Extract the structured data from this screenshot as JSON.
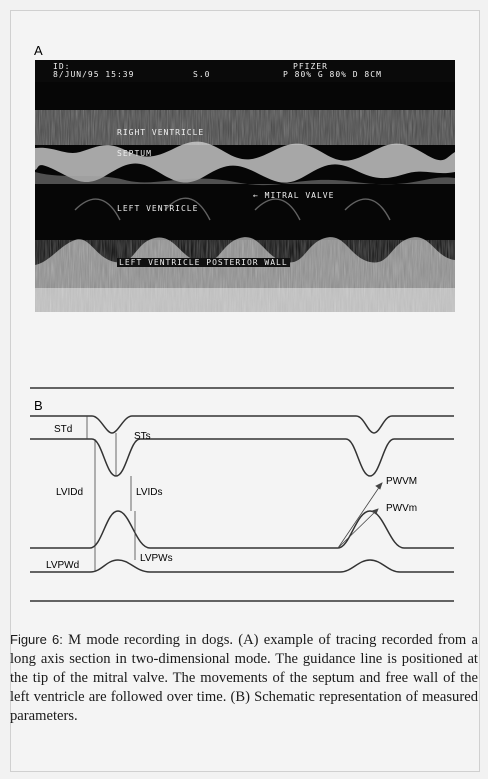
{
  "panel_a": {
    "letter": "A",
    "header": {
      "id_label": "ID:",
      "date_time": "8/JUN/95 15:39",
      "s_value": "S.0",
      "sponsor": "PFIZER",
      "settings": "P  80%  G  80%  D   8CM"
    },
    "labels": {
      "right_ventricle": "RIGHT VENTRICLE",
      "septum": "SEPTUM",
      "mitral_valve": "← MITRAL VALVE",
      "left_ventricle": "LEFT VENTRICLE",
      "posterior_wall": "LEFT VENTRICLE POSTERIOR WALL"
    }
  },
  "panel_b": {
    "letter": "B",
    "labels": {
      "std": "STd",
      "sts": "STs",
      "lvidd": "LVIDd",
      "lvids": "LVIDs",
      "lvpwd": "LVPWd",
      "lvpws": "LVPWs",
      "pwvm_upper": "PWVM",
      "pwvm_lower": "PWVm"
    }
  },
  "caption": {
    "label": "Figure 6:",
    "text": "M mode recording in dogs. (A) example of tracing recorded from a long axis section in two-dimensional mode. The guidance line is positioned at the tip of the mitral valve. The movements of the septum and free wall of the left ventricle are followed over time. (B) Schematic representation of measured parameters."
  }
}
